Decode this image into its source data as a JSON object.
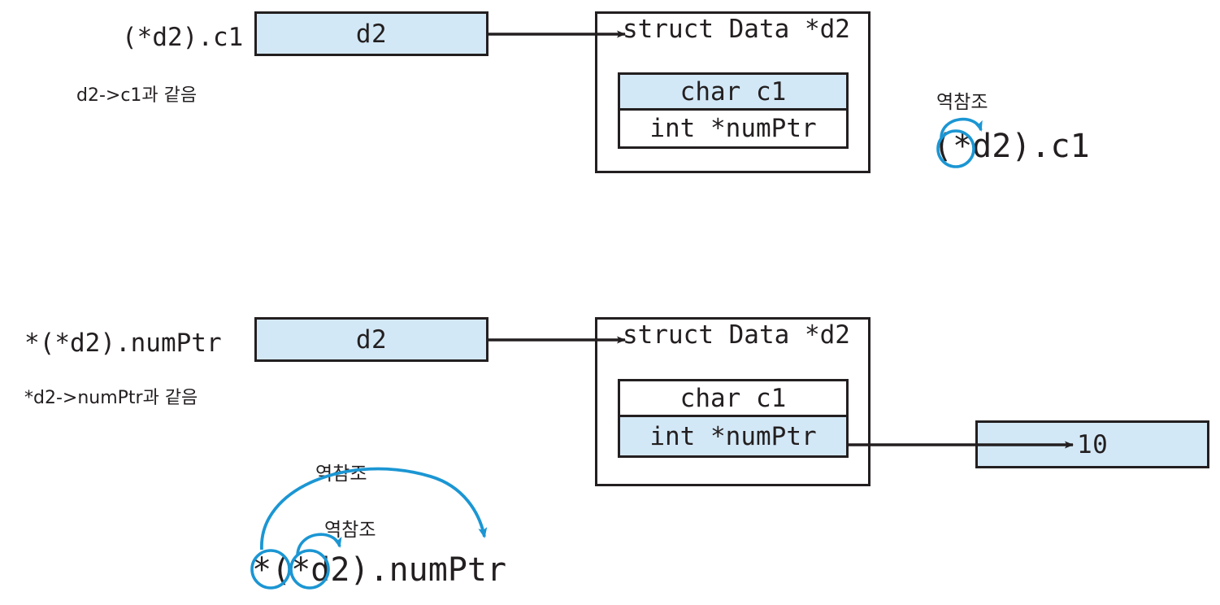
{
  "diagram": {
    "title": "Pointer dereference of struct members",
    "colors": {
      "fill_blue": "#d3e8f6",
      "stroke_dark": "#231f20",
      "accent_blue": "#1b96d3",
      "background": "#ffffff"
    },
    "sections": [
      {
        "id": "top",
        "expression": "(*d2).c1",
        "equivalent_note": "d2->c1과 같음",
        "pointer_box_label": "d2",
        "struct_title": "struct Data *d2",
        "fields": [
          {
            "label": "char c1",
            "highlighted": true
          },
          {
            "label": "int *numPtr",
            "highlighted": false
          }
        ],
        "annotation": {
          "deref_label": "역참조",
          "expression": "(*d2).c1",
          "circled_tokens": [
            "*"
          ]
        }
      },
      {
        "id": "bottom",
        "expression": "*(*d2).numPtr",
        "equivalent_note": "*d2->numPtr과 같음",
        "pointer_box_label": "d2",
        "struct_title": "struct Data *d2",
        "fields": [
          {
            "label": "char c1",
            "highlighted": false
          },
          {
            "label": "int *numPtr",
            "highlighted": true
          }
        ],
        "value_box_label": "10",
        "annotation": {
          "deref_label_outer": "역참조",
          "deref_label_inner": "역참조",
          "expression": "*(*d2).numPtr",
          "circled_tokens": [
            "*",
            "*"
          ]
        }
      }
    ]
  }
}
